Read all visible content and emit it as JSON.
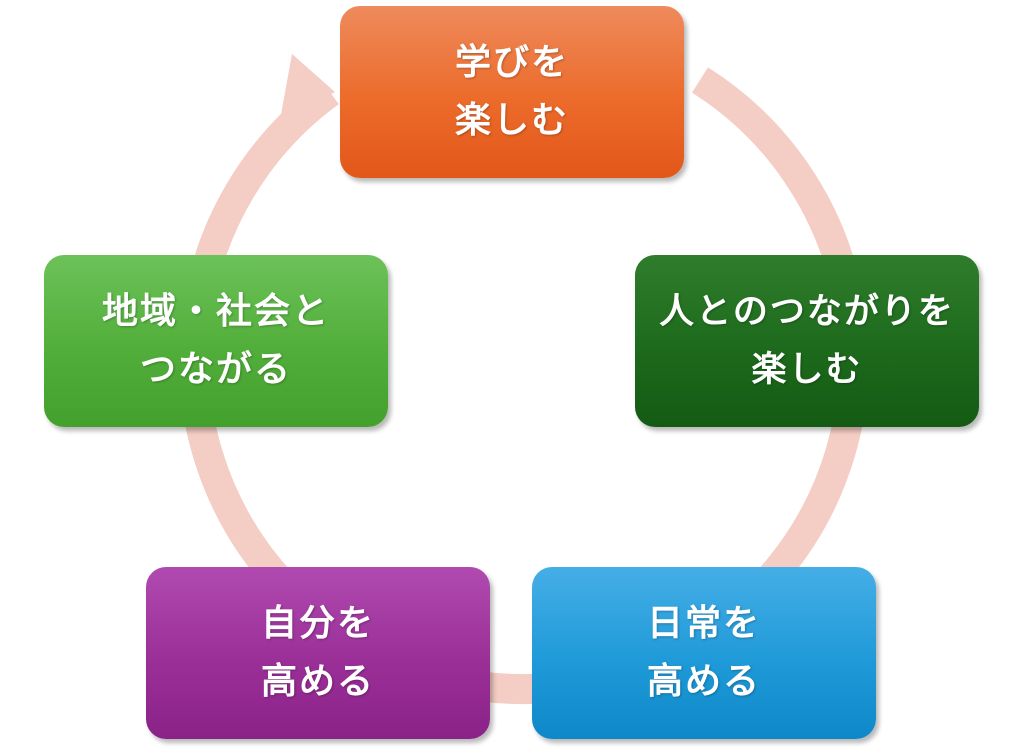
{
  "diagram": {
    "nodes": [
      {
        "id": "learn",
        "lines": [
          "学びを",
          "楽しむ"
        ],
        "color": "#ec6b2a"
      },
      {
        "id": "people",
        "lines": [
          "人とのつながりを",
          "楽しむ"
        ],
        "color": "#1d6a1c"
      },
      {
        "id": "daily",
        "lines": [
          "日常を",
          "高める"
        ],
        "color": "#1f9ad8"
      },
      {
        "id": "self",
        "lines": [
          "自分を",
          "高める"
        ],
        "color": "#9a2f98"
      },
      {
        "id": "community",
        "lines": [
          "地域・社会と",
          "つながる"
        ],
        "color": "#52ae3a"
      }
    ],
    "cycle_ring_color": "#f4cdc4",
    "flow_direction": "clockwise"
  }
}
